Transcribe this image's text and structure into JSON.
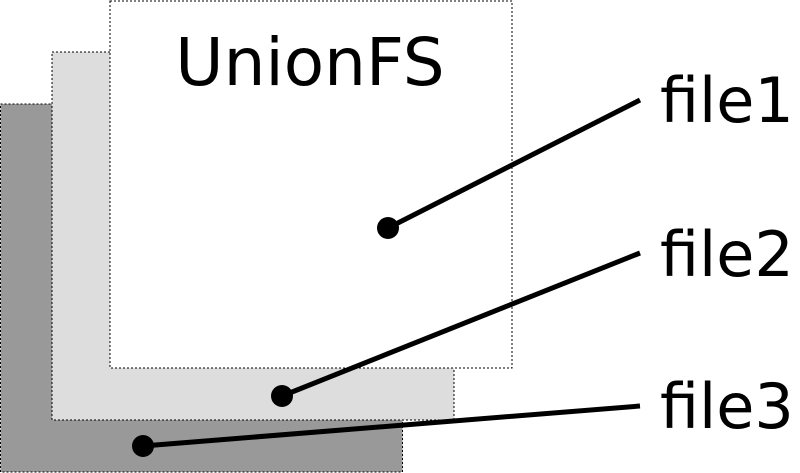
{
  "title": "UnionFS",
  "layers": [
    {
      "name": "layer-bottom",
      "fill": "#999999"
    },
    {
      "name": "layer-middle",
      "fill": "#dddddd"
    },
    {
      "name": "layer-top",
      "fill": "#ffffff"
    }
  ],
  "files": [
    {
      "label": "file1"
    },
    {
      "label": "file2"
    },
    {
      "label": "file3"
    }
  ],
  "colors": {
    "stroke": "#000000",
    "background": "#ffffff"
  }
}
